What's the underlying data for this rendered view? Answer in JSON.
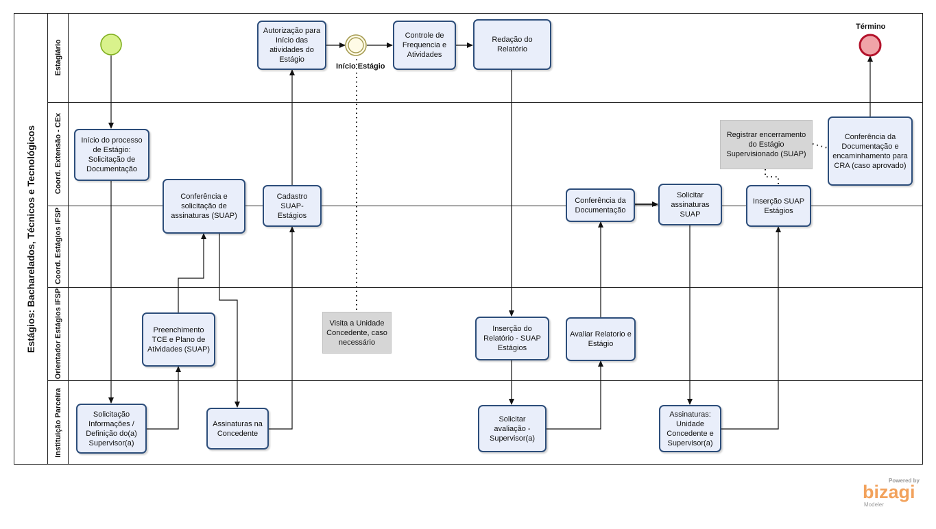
{
  "pool": {
    "title": "Estágios: Bacharelados, Técnicos e Tecnológicos",
    "lanes": [
      {
        "id": "estagiario",
        "label": "Estagiário"
      },
      {
        "id": "cex",
        "label": "Coord. Extensão - CEx"
      },
      {
        "id": "cei",
        "label": "Coord. Estágios IFSP"
      },
      {
        "id": "oei",
        "label": "Orientador Estágios IFSP"
      },
      {
        "id": "ip",
        "label": "Instituição Parceira"
      }
    ]
  },
  "events": {
    "start": {
      "color": "#d9f28c",
      "stroke": "#7fae1e"
    },
    "intermediate": {
      "label": "Início Estágio",
      "color": "#fffbe6",
      "stroke": "#a59b52"
    },
    "end": {
      "label": "Término",
      "color": "#f0a3a8",
      "stroke": "#b3122b"
    }
  },
  "tasks": {
    "t_inicio_processo": "Início do processo de Estágio: Solicitação de Documentação",
    "t_solicitacao_info": "Solicitação Informações / Definição do(a) Supervisor(a)",
    "t_preenchimento_tce": "Preenchimento TCE e Plano de Atividades (SUAP)",
    "t_conferencia_solicit": "Conferência e solicitação de assinaturas (SUAP)",
    "t_assinaturas_concedente": "Assinaturas na Concedente",
    "t_cadastro_suap": "Cadastro SUAP-Estágios",
    "t_autorizacao": "Autorização para Início das atividades do Estágio",
    "t_controle_freq": "Controle de Frequencia e Atividades",
    "t_redacao": "Redação do Relatório",
    "t_insercao_relatorio": "Inserção do Relatório - SUAP Estágios",
    "t_solicitar_avaliacao": "Solicitar avaliação - Supervisor(a)",
    "t_avaliar_relatorio": "Avaliar Relatorio e Estágio",
    "t_conferencia_doc": "Conferência da Documentação",
    "t_solicitar_assinaturas": "Solicitar assinaturas SUAP",
    "t_assinaturas_unidade": "Assinaturas: Unidade Concedente e Supervisor(a)",
    "t_insercao_suap": "Inserção SUAP Estágios",
    "t_conferencia_cra": "Conferência da Documentação e encaminhamento para CRA (caso aprovado)"
  },
  "annotations": {
    "a_visita": "Visita a Unidade Concedente, caso necessário",
    "a_registrar": "Registrar encerramento do Estágio Supervisionado (SUAP)"
  },
  "colors": {
    "task_fill": "#e9eefa",
    "task_stroke": "#2c4d7a",
    "annotation_fill": "#d6d6d6",
    "flow": "#111111"
  },
  "logo": {
    "powered": "Powered by",
    "brand": "bizagi",
    "sub": "Modeler"
  }
}
